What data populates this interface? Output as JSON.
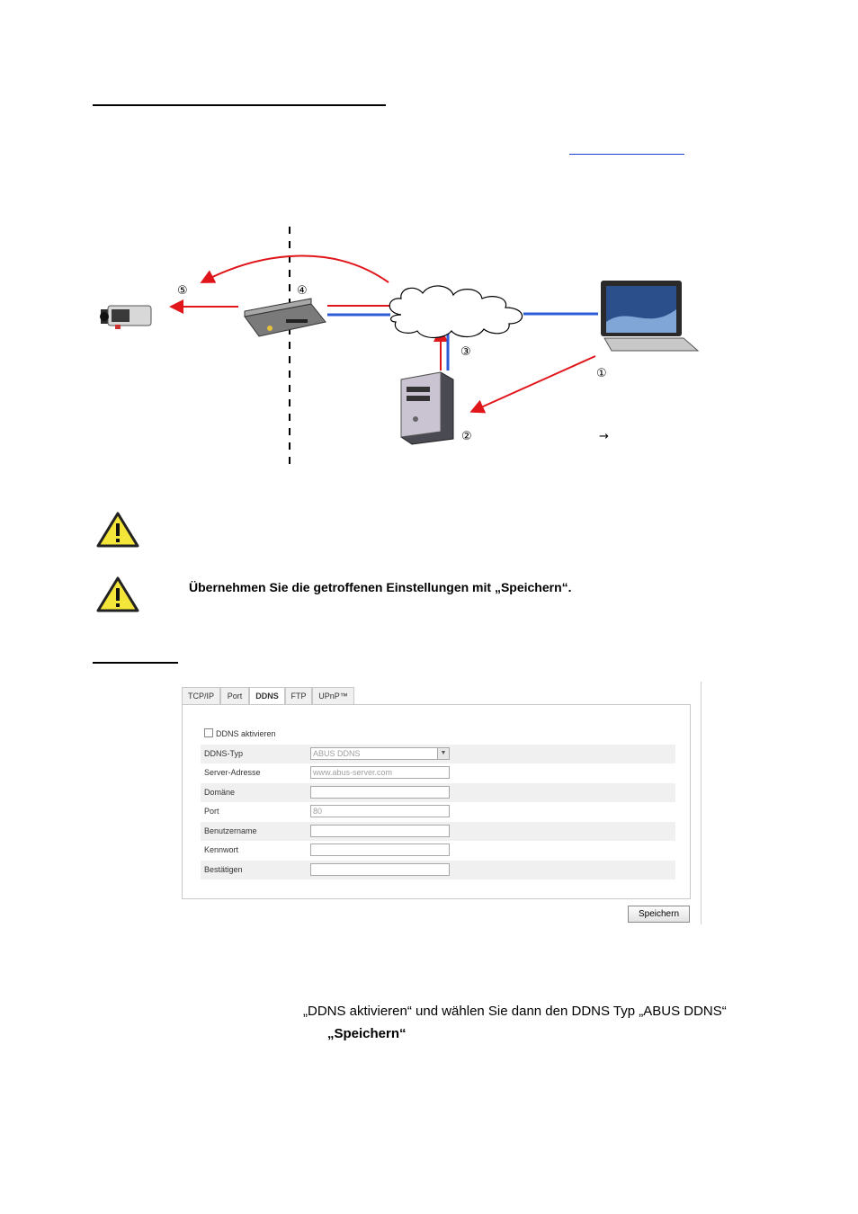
{
  "diagram": {
    "markers": [
      "⑤",
      "④",
      "③",
      "①",
      "②",
      "→"
    ]
  },
  "warnings": [
    {
      "icon": "warning-triangle-icon",
      "text": ""
    },
    {
      "icon": "warning-triangle-icon",
      "text": "Übernehmen Sie die getroffenen Einstellungen mit „Speichern“."
    }
  ],
  "settings": {
    "tabs": [
      "TCP/IP",
      "Port",
      "DDNS",
      "FTP",
      "UPnP™"
    ],
    "active_tab": "DDNS",
    "enable_label": "DDNS aktivieren",
    "fields": [
      {
        "label": "DDNS-Typ",
        "value": "ABUS DDNS"
      },
      {
        "label": "Server-Adresse",
        "value": "www.abus-server.com"
      },
      {
        "label": "Domäne",
        "value": ""
      },
      {
        "label": "Port",
        "value": "80"
      },
      {
        "label": "Benutzername",
        "value": ""
      },
      {
        "label": "Kennwort",
        "value": ""
      },
      {
        "label": "Bestätigen",
        "value": ""
      }
    ],
    "save_label": "Speichern"
  },
  "instructions": {
    "line1": "„DDNS aktivieren“ und wählen Sie dann den DDNS Typ „ABUS DDNS“",
    "line2": "„Speichern“"
  },
  "colors": {
    "arrow_red": "#e0161b",
    "line_blue": "#2e5bd8"
  }
}
